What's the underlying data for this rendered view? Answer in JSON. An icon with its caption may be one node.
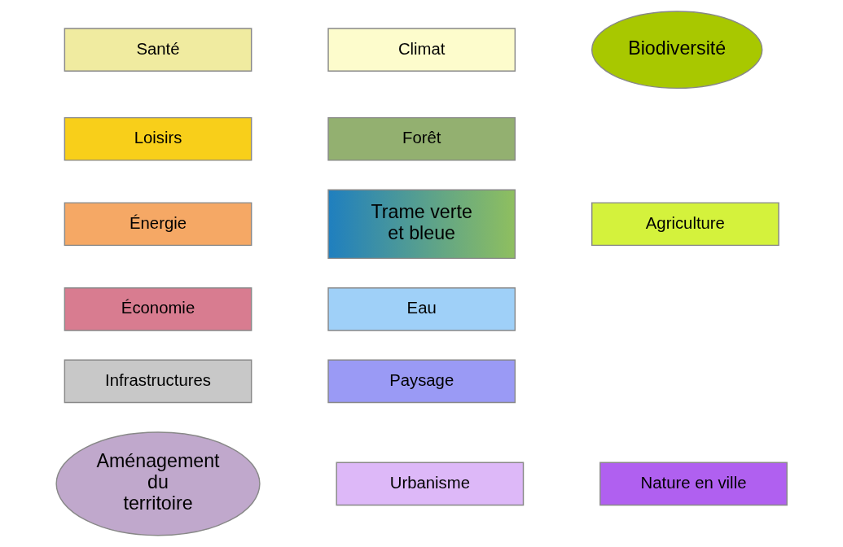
{
  "diagram": {
    "nodes": [
      {
        "text": [
          "Biodiversité"
        ]
      },
      {
        "text": [
          "Climat"
        ]
      },
      {
        "text": [
          "Santé"
        ]
      },
      {
        "text": [
          "Forêt"
        ]
      },
      {
        "text": [
          "Loisirs"
        ]
      },
      {
        "text": [
          "Agriculture"
        ]
      },
      {
        "text": [
          "Énergie"
        ]
      },
      {
        "text": [
          "Trame verte et bleue"
        ]
      },
      {
        "text": [
          "Eau"
        ]
      },
      {
        "text": [
          "Économie"
        ]
      },
      {
        "text": [
          "Paysage"
        ]
      },
      {
        "text": [
          "Infrastructures"
        ]
      },
      {
        "text": [
          "Nature en ville"
        ]
      },
      {
        "text": [
          "Urbanisme"
        ]
      },
      {
        "text": [
          "Aménagement du territoire"
        ]
      }
    ]
  }
}
